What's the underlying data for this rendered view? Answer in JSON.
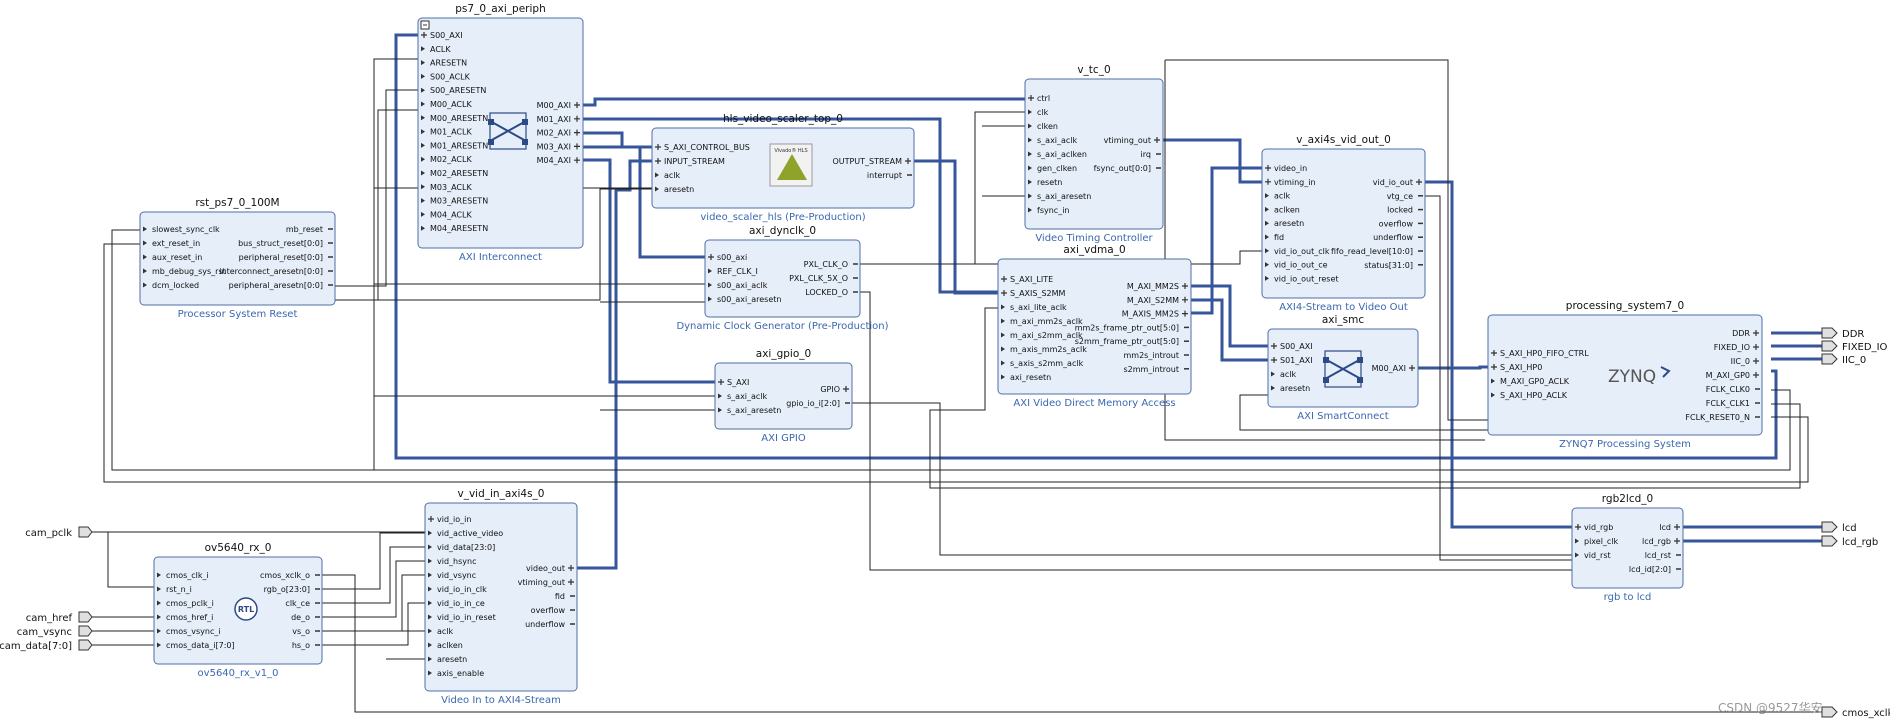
{
  "colors": {
    "block_fill": "#e6eefa",
    "block_border": "#4f6fa6",
    "bus": "#36559b",
    "net": "#222222",
    "subtitle": "#3a67b0"
  },
  "blocks": [
    {
      "id": "ps7_0_axi_periph",
      "title": "ps7_0_axi_periph",
      "subtitle": "AXI Interconnect",
      "icon": "crossbar-icon",
      "collapse": true,
      "left": [
        "S00_AXI",
        "ACLK",
        "ARESETN",
        "S00_ACLK",
        "S00_ARESETN",
        "M00_ACLK",
        "M00_ARESETN",
        "M01_ACLK",
        "M01_ARESETN",
        "M02_ACLK",
        "M02_ARESETN",
        "M03_ACLK",
        "M03_ARESETN",
        "M04_ACLK",
        "M04_ARESETN"
      ],
      "left_bus": [
        0
      ],
      "right": [
        "M00_AXI",
        "M01_AXI",
        "M02_AXI",
        "M03_AXI",
        "M04_AXI"
      ],
      "right_bus": [
        0,
        1,
        2,
        3,
        4
      ]
    },
    {
      "id": "rst_ps7_0_100M",
      "title": "rst_ps7_0_100M",
      "subtitle": "Processor System Reset",
      "left": [
        "slowest_sync_clk",
        "ext_reset_in",
        "aux_reset_in",
        "mb_debug_sys_rst",
        "dcm_locked"
      ],
      "right": [
        "mb_reset",
        "bus_struct_reset[0:0]",
        "peripheral_reset[0:0]",
        "interconnect_aresetn[0:0]",
        "peripheral_aresetn[0:0]"
      ]
    },
    {
      "id": "hls_video_scaler_top_0",
      "title": "hls_video_scaler_top_0",
      "subtitle": "video_scaler_hls (Pre-Production)",
      "icon": "hls-logo-icon",
      "logo_text": "Vivado® HLS",
      "left": [
        "S_AXI_CONTROL_BUS",
        "INPUT_STREAM",
        "aclk",
        "aresetn"
      ],
      "left_bus": [
        0,
        1
      ],
      "right": [
        "OUTPUT_STREAM",
        "interrupt"
      ],
      "right_bus": [
        0
      ]
    },
    {
      "id": "axi_dynclk_0",
      "title": "axi_dynclk_0",
      "subtitle": "Dynamic Clock Generator (Pre-Production)",
      "left": [
        "s00_axi",
        "REF_CLK_I",
        "s00_axi_aclk",
        "s00_axi_aresetn"
      ],
      "left_bus": [
        0
      ],
      "right": [
        "PXL_CLK_O",
        "PXL_CLK_5X_O",
        "LOCKED_O"
      ]
    },
    {
      "id": "axi_gpio_0",
      "title": "axi_gpio_0",
      "subtitle": "AXI GPIO",
      "left": [
        "S_AXI",
        "s_axi_aclk",
        "s_axi_aresetn"
      ],
      "left_bus": [
        0
      ],
      "right": [
        "GPIO",
        "gpio_io_i[2:0]"
      ],
      "right_bus": [
        0
      ]
    },
    {
      "id": "v_tc_0",
      "title": "v_tc_0",
      "subtitle": "Video Timing Controller",
      "left": [
        "ctrl",
        "clk",
        "clken",
        "s_axi_aclk",
        "s_axi_aclken",
        "gen_clken",
        "resetn",
        "s_axi_aresetn",
        "fsync_in"
      ],
      "left_bus": [
        0
      ],
      "right": [
        "vtiming_out",
        "irq",
        "fsync_out[0:0]"
      ],
      "right_bus": [
        0
      ]
    },
    {
      "id": "axi_vdma_0",
      "title": "axi_vdma_0",
      "subtitle": "AXI Video Direct Memory Access",
      "left": [
        "S_AXI_LITE",
        "S_AXIS_S2MM",
        "s_axi_lite_aclk",
        "m_axi_mm2s_aclk",
        "m_axi_s2mm_aclk",
        "m_axis_mm2s_aclk",
        "s_axis_s2mm_aclk",
        "axi_resetn"
      ],
      "left_bus": [
        0,
        1
      ],
      "right": [
        "M_AXI_MM2S",
        "M_AXI_S2MM",
        "M_AXIS_MM2S",
        "mm2s_frame_ptr_out[5:0]",
        "s2mm_frame_ptr_out[5:0]",
        "mm2s_introut",
        "s2mm_introut"
      ],
      "right_bus": [
        0,
        1,
        2
      ]
    },
    {
      "id": "v_axi4s_vid_out_0",
      "title": "v_axi4s_vid_out_0",
      "subtitle": "AXI4-Stream to Video Out",
      "left": [
        "video_in",
        "vtiming_in",
        "aclk",
        "aclken",
        "aresetn",
        "fid",
        "vid_io_out_clk",
        "vid_io_out_ce",
        "vid_io_out_reset"
      ],
      "left_bus": [
        0,
        1
      ],
      "right": [
        "vid_io_out",
        "vtg_ce",
        "locked",
        "overflow",
        "underflow",
        "fifo_read_level[10:0]",
        "status[31:0]"
      ],
      "right_bus": [
        0
      ]
    },
    {
      "id": "axi_smc",
      "title": "axi_smc",
      "subtitle": "AXI SmartConnect",
      "icon": "crossbar-icon",
      "left": [
        "S00_AXI",
        "S01_AXI",
        "aclk",
        "aresetn"
      ],
      "left_bus": [
        0,
        1
      ],
      "right": [
        "M00_AXI"
      ],
      "right_bus": [
        0
      ]
    },
    {
      "id": "processing_system7_0",
      "title": "processing_system7_0",
      "subtitle": "ZYNQ7 Processing System",
      "logo_text": "ZYNQ",
      "left": [
        "S_AXI_HP0_FIFO_CTRL",
        "S_AXI_HP0",
        "M_AXI_GP0_ACLK",
        "S_AXI_HP0_ACLK"
      ],
      "left_bus": [
        0,
        1
      ],
      "right": [
        "DDR",
        "FIXED_IO",
        "IIC_0",
        "M_AXI_GP0",
        "FCLK_CLK0",
        "FCLK_CLK1",
        "FCLK_RESET0_N"
      ],
      "right_bus": [
        0,
        1,
        2,
        3
      ]
    },
    {
      "id": "v_vid_in_axi4s_0",
      "title": "v_vid_in_axi4s_0",
      "subtitle": "Video In to AXI4-Stream",
      "left": [
        "vid_io_in",
        "vid_active_video",
        "vid_data[23:0]",
        "vid_hsync",
        "vid_vsync",
        "vid_io_in_clk",
        "vid_io_in_ce",
        "vid_io_in_reset",
        "aclk",
        "aclken",
        "aresetn",
        "axis_enable"
      ],
      "left_bus": [
        0
      ],
      "right": [
        "video_out",
        "vtiming_out",
        "fid",
        "overflow",
        "underflow"
      ],
      "right_bus": [
        0,
        1
      ]
    },
    {
      "id": "ov5640_rx_0",
      "title": "ov5640_rx_0",
      "subtitle": "ov5640_rx_v1_0",
      "icon": "rtl-icon",
      "logo_text": "RTL",
      "left": [
        "cmos_clk_i",
        "rst_n_i",
        "cmos_pclk_i",
        "cmos_href_i",
        "cmos_vsync_i",
        "cmos_data_i[7:0]"
      ],
      "right": [
        "cmos_xclk_o",
        "rgb_o[23:0]",
        "clk_ce",
        "de_o",
        "vs_o",
        "hs_o"
      ]
    },
    {
      "id": "rgb2lcd_0",
      "title": "rgb2lcd_0",
      "subtitle": "rgb to lcd",
      "left": [
        "vid_rgb",
        "pixel_clk",
        "vid_rst"
      ],
      "left_bus": [
        0
      ],
      "right": [
        "lcd",
        "lcd_rgb",
        "lcd_rst",
        "lcd_id[2:0]"
      ],
      "right_bus": [
        0,
        1
      ]
    }
  ],
  "external_ports": {
    "inputs": [
      "cam_pclk",
      "cam_href",
      "cam_vsync",
      "cam_data[7:0]"
    ],
    "outputs": [
      "DDR",
      "FIXED_IO",
      "IIC_0",
      "lcd",
      "lcd_rgb",
      "cmos_xclk"
    ]
  },
  "watermark": "CSDN @9527华安"
}
